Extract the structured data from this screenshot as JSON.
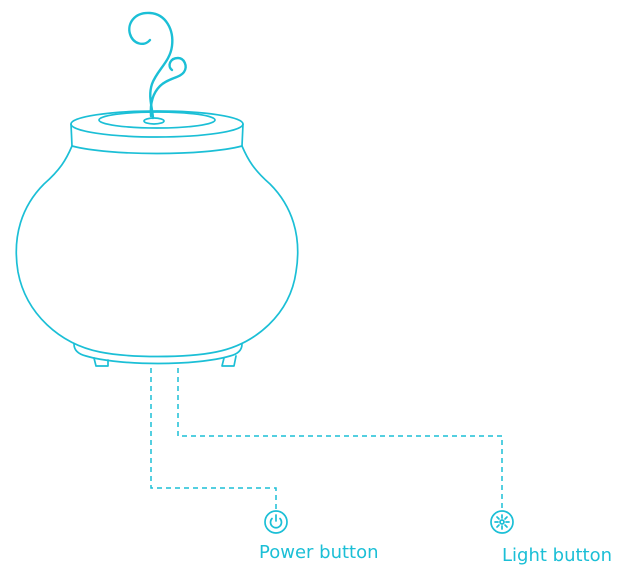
{
  "colors": {
    "accent": "#1bbfd6",
    "background": "#ffffff"
  },
  "device": {
    "icon": "diffuser-illustration"
  },
  "callouts": [
    {
      "icon": "power-icon",
      "label": "Power button"
    },
    {
      "icon": "light-icon",
      "label": "Light button"
    }
  ]
}
